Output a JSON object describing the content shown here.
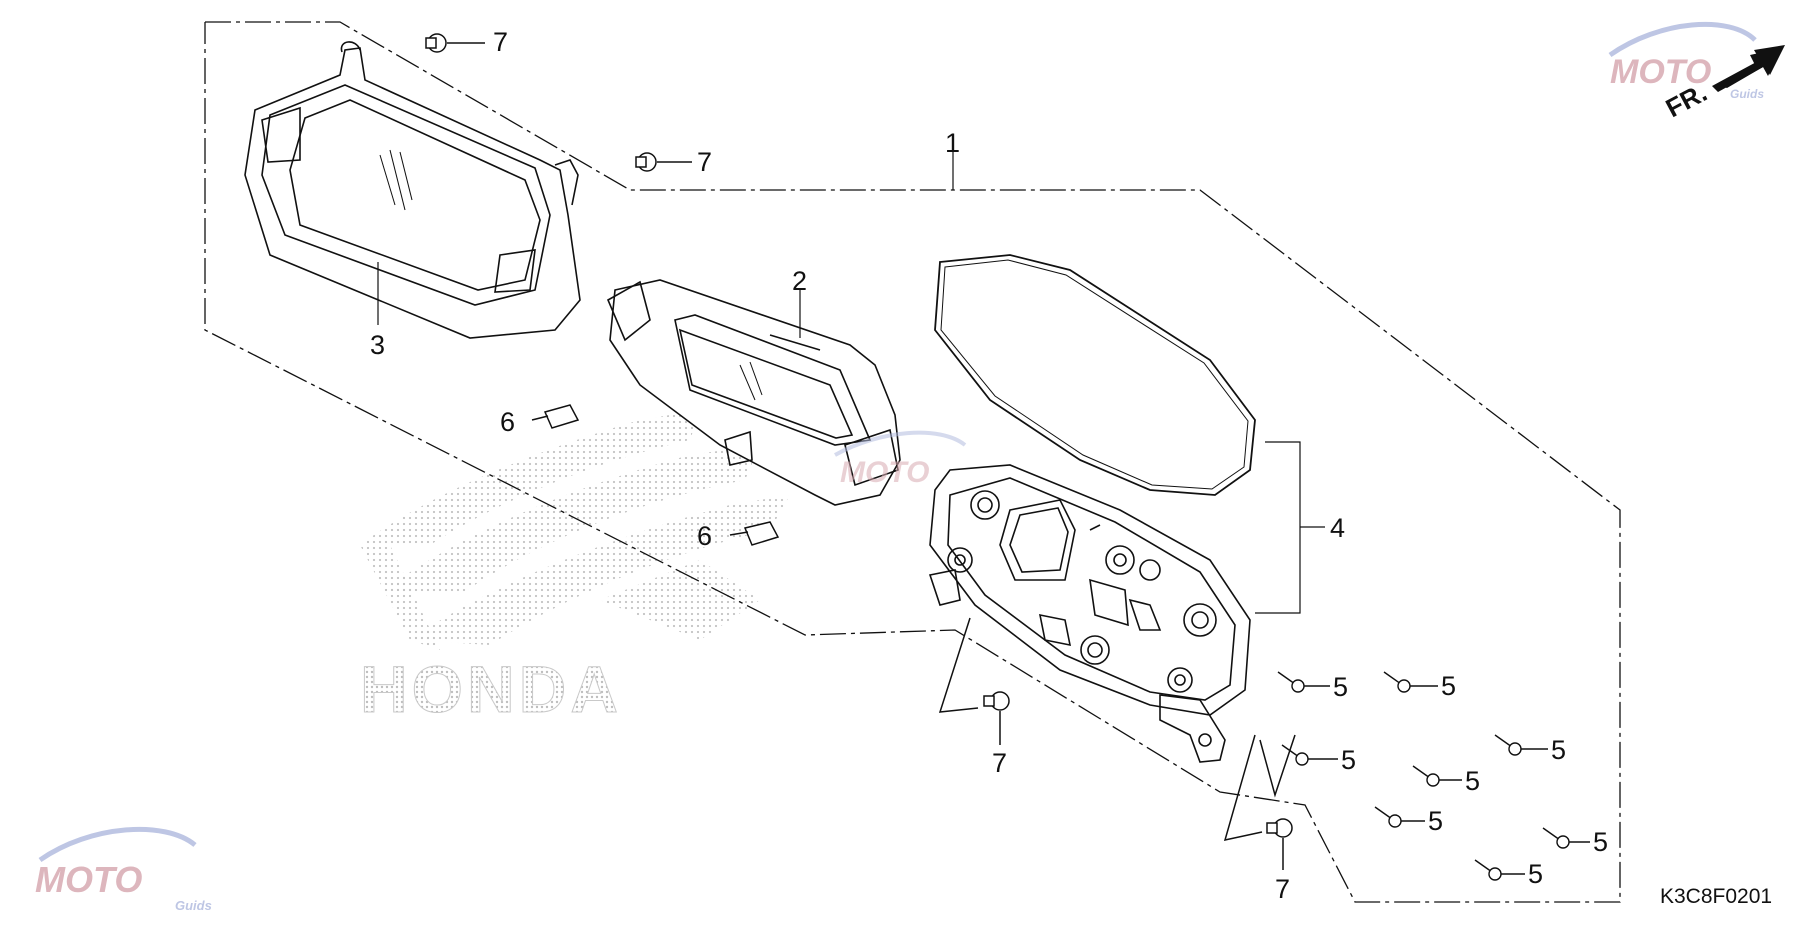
{
  "diagram": {
    "diagram_code": "K3C8F0201",
    "front_indicator": "FR.",
    "callouts": {
      "meter_assembly": "1",
      "meter_unit": "2",
      "upper_case": "3",
      "lower_case": "4",
      "tapping_screw": "5",
      "bulb_socket": "6",
      "bolt": "7"
    },
    "watermark": {
      "brand_text": "MOTO",
      "brand_sub": "Guids",
      "honda_text": "HONDA"
    },
    "colors": {
      "line": "#111111",
      "dots": "#bdbdbd",
      "watermark_red": "#d8aab2",
      "watermark_blue": "#b3bde0"
    }
  }
}
